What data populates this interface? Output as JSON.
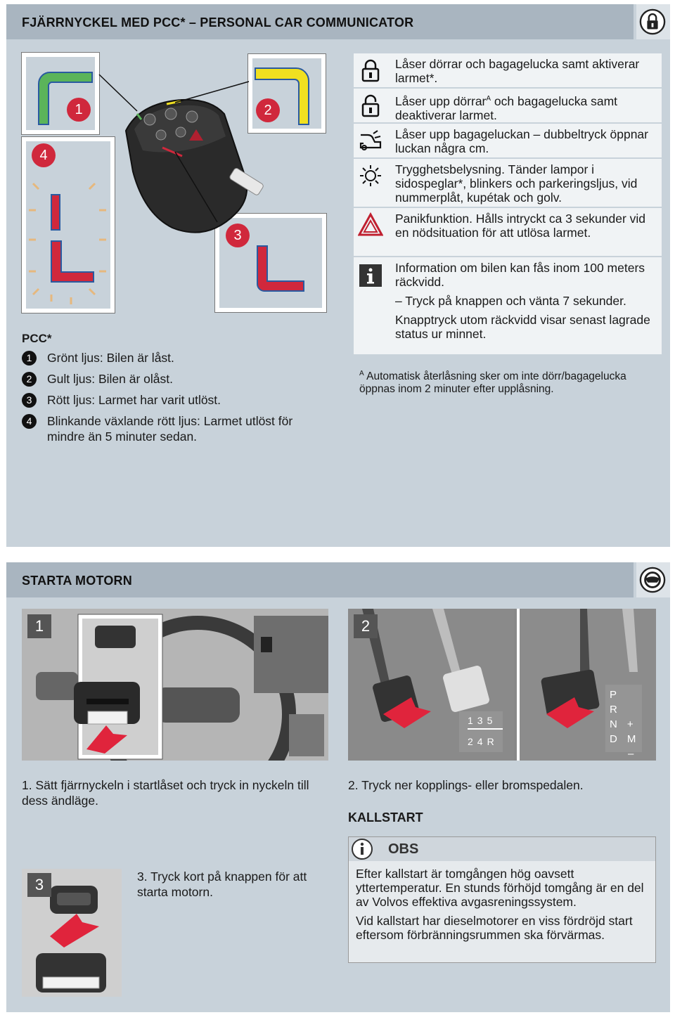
{
  "section1": {
    "title": "FJÄRRNYCKEL MED PCC* – PERSONAL CAR COMMUNICATOR",
    "header_icon": "lock-icon",
    "figure_labels": [
      "1",
      "2",
      "3",
      "4"
    ],
    "pcc": {
      "title": "PCC*",
      "items": [
        {
          "num": "1",
          "text": "Grönt ljus: Bilen är låst."
        },
        {
          "num": "2",
          "text": "Gult ljus: Bilen är olåst."
        },
        {
          "num": "3",
          "text": "Rött ljus: Larmet har varit utlöst."
        },
        {
          "num": "4",
          "text": "Blinkande växlande rött ljus: Larmet utlöst för mindre än 5 minuter sedan."
        }
      ]
    },
    "functions": [
      {
        "icon": "lock-icon",
        "text": "Låser dörrar och bagagelucka samt aktiverar larmet*."
      },
      {
        "icon": "unlock-icon",
        "text_before": "Låser upp dörrar",
        "sup": "A",
        "text_after": " och bagagelucka samt deaktiverar larmet."
      },
      {
        "icon": "trunk-icon",
        "text": "Låser upp bagageluckan – dubbeltryck öppnar luckan några cm."
      },
      {
        "icon": "light-icon",
        "text": "Trygghetsbelysning. Tänder lampor i sidospeglar*, blinkers och parkeringsljus, vid nummerplåt, kupétak och golv."
      },
      {
        "icon": "warning-triangle-icon",
        "text": "Panikfunktion. Hålls intryckt ca 3 sekunder vid en nödsituation för att utlösa larmet."
      },
      {
        "icon": "info-icon",
        "lines": [
          "Information om bilen kan fås inom 100 meters räckvidd.",
          "– Tryck på knappen och vänta 7 sekunder.",
          "Knapptryck utom räckvidd visar senast lagrade status ur minnet."
        ]
      }
    ],
    "footnote_mark": "A",
    "footnote": "Automatisk återlåsning sker om inte dörr/bagagelucka öppnas inom 2 minuter efter upplåsning."
  },
  "section2": {
    "title": "STARTA MOTORN",
    "header_icon": "steering-wheel-icon",
    "steps": [
      {
        "num": "1",
        "caption": "1. Sätt fjärrnyckeln i startlåset och tryck in nyckeln till dess ändläge."
      },
      {
        "num": "2",
        "caption": "2. Tryck ner kopplings- eller bromspedalen."
      },
      {
        "num": "3",
        "caption": "3. Tryck kort på knappen för att starta motorn."
      }
    ],
    "gear_manual": [
      "1",
      "3",
      "5",
      "2",
      "4",
      "R"
    ],
    "gear_auto": [
      "P",
      "R",
      "N",
      "D",
      "+",
      "M",
      "–"
    ],
    "kallstart": {
      "title": "KALLSTART",
      "obs_label": "OBS",
      "paragraphs": [
        "Efter kallstart är tomgången hög oavsett yttertemperatur. En stunds förhöjd tomgång är en del av Volvos effektiva avgasreningssystem.",
        "Vid kallstart har dieselmotorer en viss fördröjd start eftersom förbränningsrummen ska förvärmas."
      ]
    }
  },
  "colors": {
    "red": "#d0283c",
    "green": "#5bb45a",
    "yellow": "#f0e020",
    "panel": "#c8d2da",
    "header": "#a9b5c0"
  }
}
